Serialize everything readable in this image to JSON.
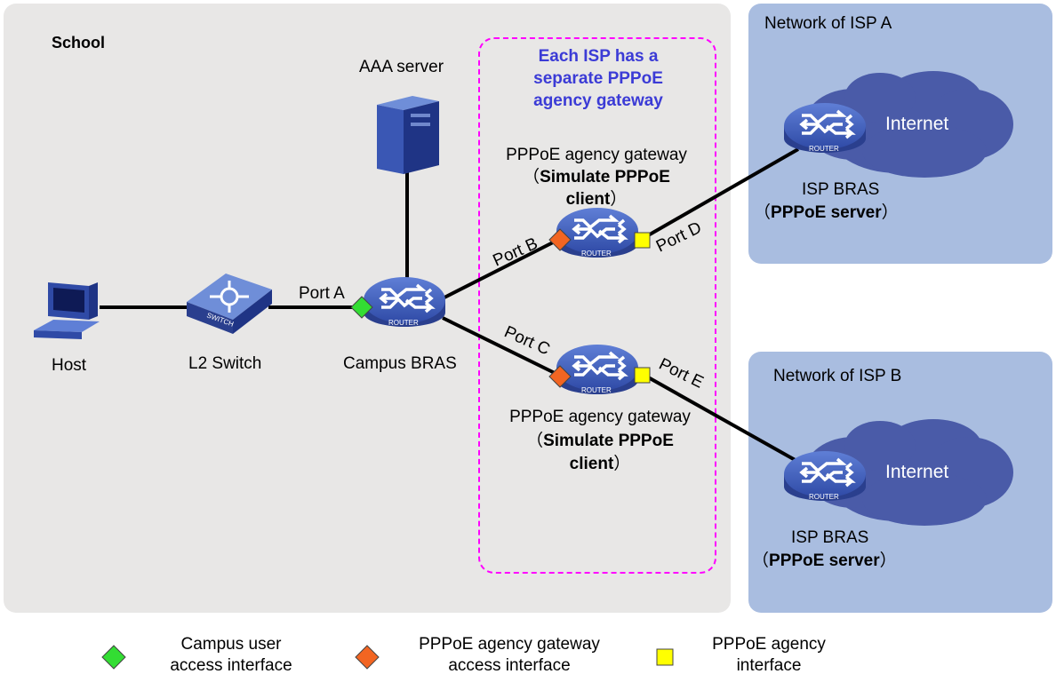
{
  "regions": {
    "school": "School",
    "isp_a": "Network of ISP A",
    "isp_b": "Network of ISP B"
  },
  "callout": {
    "line1": "Each ISP has a",
    "line2": "separate PPPoE",
    "line3": "agency gateway",
    "color": "#3b3bd6"
  },
  "devices": {
    "aaa_server": "AAA server",
    "host": "Host",
    "l2_switch": "L2 Switch",
    "switch_badge": "SWITCH",
    "campus_bras": "Campus BRAS",
    "router_badge": "ROUTER",
    "gateway_top": {
      "line1": "PPPoE agency gateway",
      "line2_open": "（",
      "line2_bold": "Simulate PPPoE",
      "line3_bold": "client",
      "line3_close": "）"
    },
    "gateway_bottom": {
      "line1": "PPPoE agency gateway",
      "line2_open": "（",
      "line2_bold": "Simulate PPPoE",
      "line3_bold": "client",
      "line3_close": "）"
    },
    "isp_bras_a": {
      "line1": "ISP BRAS",
      "line2_open": "（",
      "line2_bold": "PPPoE server",
      "line2_close": "）"
    },
    "isp_bras_b": {
      "line1": "ISP BRAS",
      "line2_open": "（",
      "line2_bold": "PPPoE server",
      "line2_close": "）"
    },
    "internet_a": "Internet",
    "internet_b": "Internet"
  },
  "ports": {
    "a": "Port A",
    "b": "Port B",
    "c": "Port C",
    "d": "Port D",
    "e": "Port E"
  },
  "legend": {
    "campus": {
      "line1": "Campus user",
      "line2": "access interface",
      "color": "#33dd33"
    },
    "gateway": {
      "line1": "PPPoE agency gateway",
      "line2": "access interface",
      "color": "#f26522"
    },
    "agency": {
      "line1": "PPPoE agency",
      "line2": "interface",
      "color": "#ffff00"
    }
  },
  "colors": {
    "school_bg": "#e8e7e6",
    "isp_bg": "#a9bde0",
    "cloud": "#4a5ba8",
    "router": "#3d59b5",
    "dash": "#ff00ff"
  }
}
